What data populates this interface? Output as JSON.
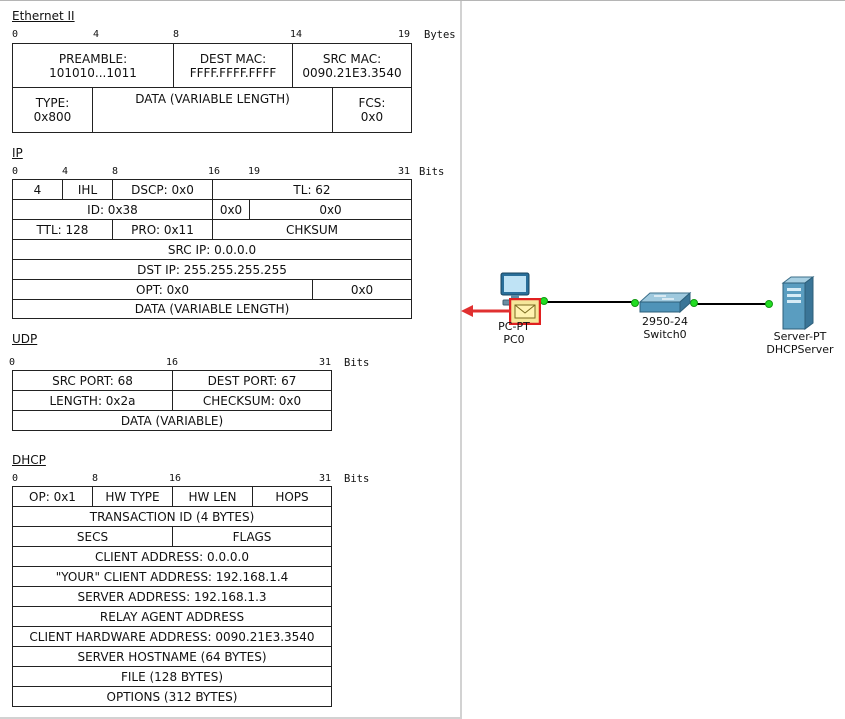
{
  "ethernet": {
    "title": "Ethernet II",
    "scale": [
      "0",
      "4",
      "8",
      "14",
      "19"
    ],
    "unit": "Bytes",
    "preamble": "PREAMBLE:\n101010...1011",
    "dest_mac": "DEST MAC:\nFFFF.FFFF.FFFF",
    "src_mac": "SRC MAC:\n0090.21E3.3540",
    "type": "TYPE:\n0x800",
    "data": "DATA (VARIABLE LENGTH)",
    "fcs": "FCS:\n0x0"
  },
  "ip": {
    "title": "IP",
    "scale": [
      "0",
      "4",
      "8",
      "16",
      "19",
      "31"
    ],
    "unit": "Bits",
    "version": "4",
    "ihl": "IHL",
    "dscp": "DSCP: 0x0",
    "tl": "TL: 62",
    "id": "ID: 0x38",
    "flags": "0x0",
    "frag": "0x0",
    "ttl": "TTL: 128",
    "pro": "PRO: 0x11",
    "chksum": "CHKSUM",
    "src_ip": "SRC IP: 0.0.0.0",
    "dst_ip": "DST IP: 255.255.255.255",
    "opt": "OPT: 0x0",
    "opt_pad": "0x0",
    "data": "DATA (VARIABLE LENGTH)"
  },
  "udp": {
    "title": "UDP",
    "scale": [
      "0",
      "16",
      "31"
    ],
    "unit": "Bits",
    "src_port": "SRC PORT: 68",
    "dest_port": "DEST PORT: 67",
    "length": "LENGTH: 0x2a",
    "checksum": "CHECKSUM: 0x0",
    "data": "DATA (VARIABLE)"
  },
  "dhcp": {
    "title": "DHCP",
    "scale": [
      "0",
      "8",
      "16",
      "31"
    ],
    "unit": "Bits",
    "op": "OP: 0x1",
    "hw_type": "HW TYPE",
    "hw_len": "HW LEN",
    "hops": "HOPS",
    "transaction_id": "TRANSACTION ID (4 BYTES)",
    "secs": "SECS",
    "flags": "FLAGS",
    "client_address": "CLIENT ADDRESS: 0.0.0.0",
    "your_client_address": "\"YOUR\" CLIENT ADDRESS: 192.168.1.4",
    "server_address": "SERVER ADDRESS: 192.168.1.3",
    "relay_agent_address": "RELAY AGENT ADDRESS",
    "client_hw_address": "CLIENT HARDWARE ADDRESS: 0090.21E3.3540",
    "server_hostname": "SERVER HOSTNAME (64 BYTES)",
    "file": "FILE (128 BYTES)",
    "options": "OPTIONS (312 BYTES)"
  },
  "topology": {
    "pc": {
      "model": "PC-PT",
      "name": "PC0",
      "icon": "pc-icon"
    },
    "switch": {
      "model": "2950-24",
      "name": "Switch0",
      "icon": "switch-icon"
    },
    "server": {
      "model": "Server-PT",
      "name": "DHCPServer",
      "icon": "server-icon"
    },
    "pdu_icon": "envelope-icon",
    "direction_icon": "arrow-left-icon",
    "colors": {
      "link_up": "#22dd22",
      "pdu_border": "#e02020",
      "pdu_fill": "#f5e79a",
      "arrow": "#e03030"
    }
  }
}
